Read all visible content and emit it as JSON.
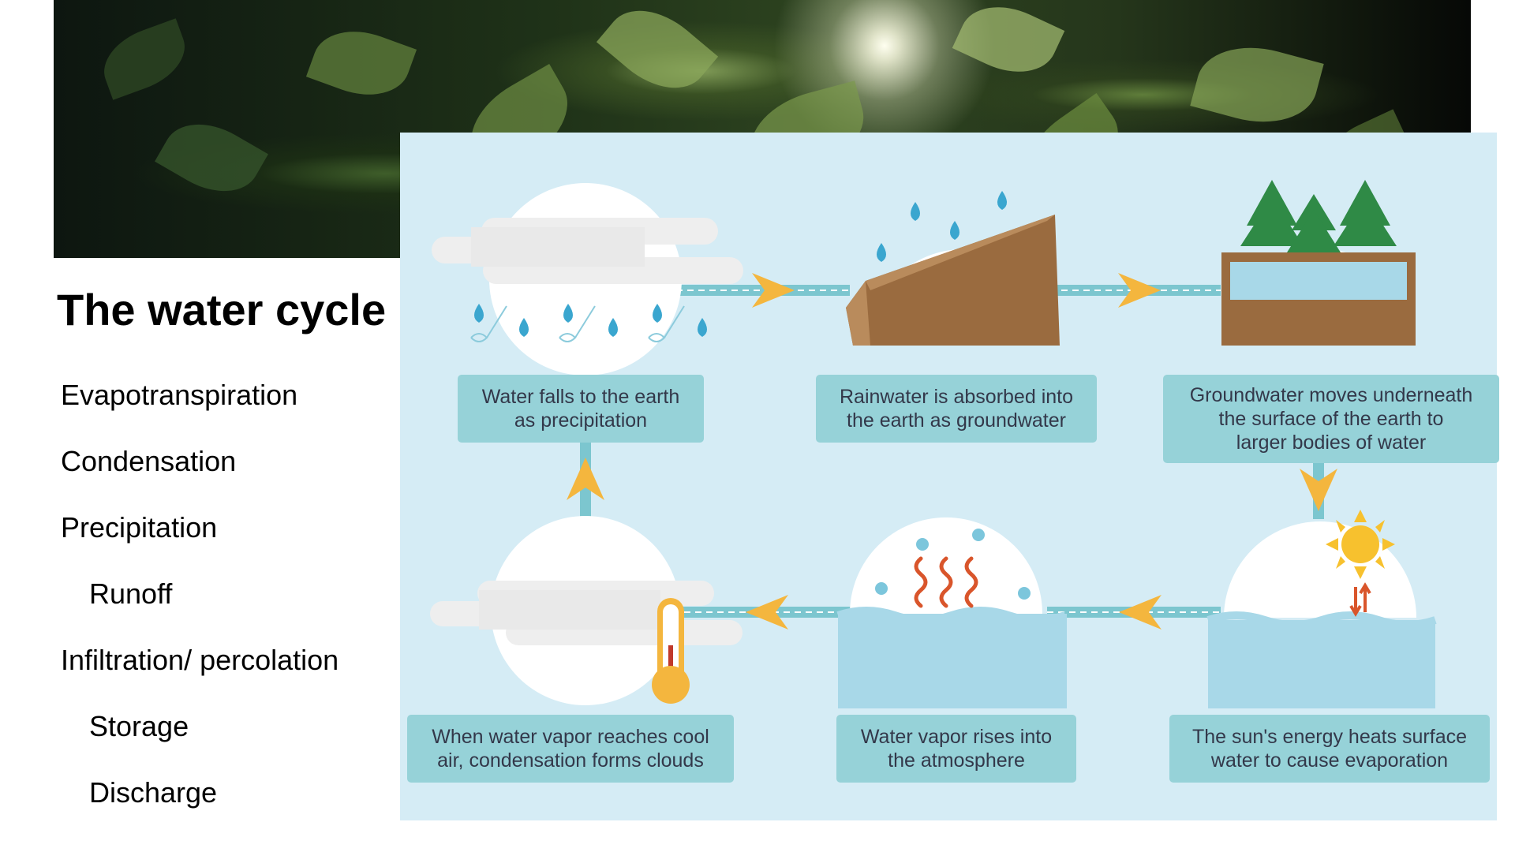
{
  "title": "The water cycle",
  "terms": [
    "Evapotranspiration",
    "Condensation",
    "Precipitation",
    "Runoff",
    "Infiltration/ percolation",
    "Storage",
    "Discharge"
  ],
  "diagram": {
    "steps": [
      {
        "id": "precipitation",
        "caption": "Water falls to the earth\nas precipitation"
      },
      {
        "id": "groundwater",
        "caption": "Rainwater is absorbed into\nthe earth as groundwater"
      },
      {
        "id": "flow",
        "caption": "Groundwater moves underneath\nthe surface of the earth to\nlarger bodies of water"
      },
      {
        "id": "evaporation",
        "caption": "The sun's energy heats surface\nwater to cause evaporation"
      },
      {
        "id": "vapor",
        "caption": "Water vapor rises into\nthe atmosphere"
      },
      {
        "id": "condensation",
        "caption": "When water vapor reaches cool\nair, condensation forms clouds"
      }
    ],
    "colors": {
      "background": "#d5ecf5",
      "caption_bg": "#96d2d8",
      "connector": "#7cc6cf",
      "arrow": "#f4b63e",
      "water": "#a8d8e8",
      "soil": "#9a6b3f",
      "tree": "#2f8a46",
      "drop": "#3aa6cf",
      "sun": "#f7c12e",
      "heat": "#d9552b"
    }
  }
}
